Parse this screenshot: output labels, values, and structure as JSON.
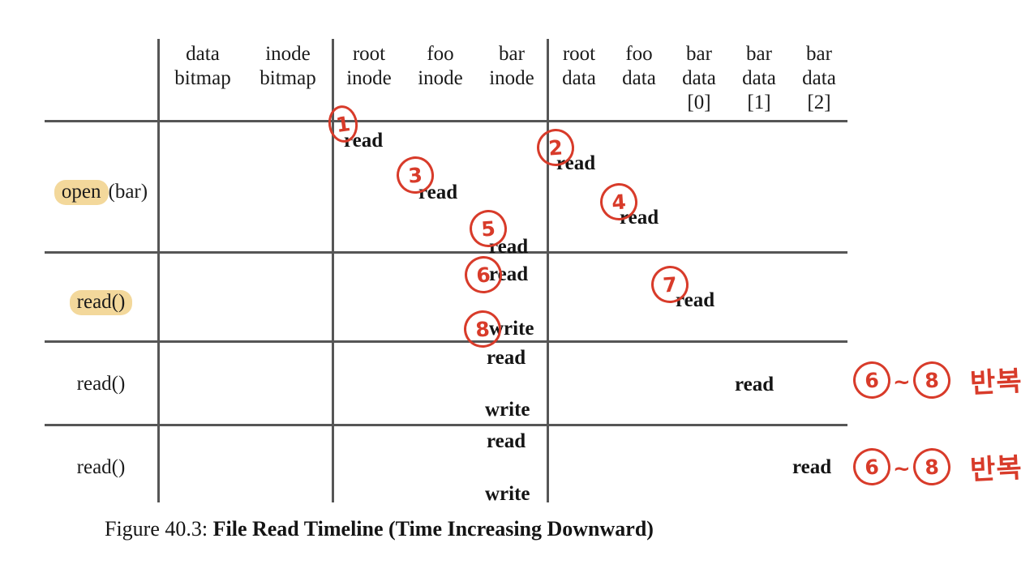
{
  "figure": {
    "caption_number": "Figure 40.3:",
    "caption_title": "File Read Timeline (Time Increasing Downward)"
  },
  "table": {
    "columns": [
      {
        "id": "label",
        "header": ""
      },
      {
        "id": "data_bitmap",
        "header": "data\nbitmap"
      },
      {
        "id": "inode_bitmap",
        "header": "inode\nbitmap"
      },
      {
        "id": "root_inode",
        "header": "root\ninode"
      },
      {
        "id": "foo_inode",
        "header": "foo\ninode"
      },
      {
        "id": "bar_inode",
        "header": "bar\ninode"
      },
      {
        "id": "root_data",
        "header": "root\ndata"
      },
      {
        "id": "foo_data",
        "header": "foo\ndata"
      },
      {
        "id": "bar_data_0",
        "header": "bar\ndata\n[0]"
      },
      {
        "id": "bar_data_1",
        "header": "bar\ndata\n[1]"
      },
      {
        "id": "bar_data_2",
        "header": "bar\ndata\n[2]"
      }
    ],
    "rows": [
      {
        "id": "open-bar",
        "label_highlighted": "open",
        "label_plain": "(bar)",
        "highlight": true,
        "entries": [
          {
            "column": "root_inode",
            "text": "read"
          },
          {
            "column": "root_data",
            "text": "read"
          },
          {
            "column": "foo_inode",
            "text": "read"
          },
          {
            "column": "foo_data",
            "text": "read"
          },
          {
            "column": "bar_inode",
            "text": "read"
          }
        ]
      },
      {
        "id": "read-1",
        "label_highlighted": "read()",
        "label_plain": "",
        "highlight": true,
        "entries": [
          {
            "column": "bar_inode",
            "text": "read"
          },
          {
            "column": "bar_data_0",
            "text": "read"
          },
          {
            "column": "bar_inode",
            "text": "write"
          }
        ]
      },
      {
        "id": "read-2",
        "label_highlighted": "",
        "label_plain": "read()",
        "highlight": false,
        "entries": [
          {
            "column": "bar_inode",
            "text": "read"
          },
          {
            "column": "bar_data_1",
            "text": "read"
          },
          {
            "column": "bar_inode",
            "text": "write"
          }
        ]
      },
      {
        "id": "read-3",
        "label_highlighted": "",
        "label_plain": "read()",
        "highlight": false,
        "entries": [
          {
            "column": "bar_inode",
            "text": "read"
          },
          {
            "column": "bar_data_2",
            "text": "read"
          },
          {
            "column": "bar_inode",
            "text": "write"
          }
        ]
      }
    ]
  },
  "annotations": {
    "ink_color": "#d83b2a",
    "highlight_color": "#f3d89b",
    "steps": [
      {
        "id": "step-1",
        "number": "1"
      },
      {
        "id": "step-2",
        "number": "2"
      },
      {
        "id": "step-3",
        "number": "3"
      },
      {
        "id": "step-4",
        "number": "4"
      },
      {
        "id": "step-5",
        "number": "5"
      },
      {
        "id": "step-6",
        "number": "6"
      },
      {
        "id": "step-7",
        "number": "7"
      },
      {
        "id": "step-8",
        "number": "8"
      }
    ],
    "repeat_notes": [
      {
        "id": "repeat-note-1",
        "from": "6",
        "tilde": "~",
        "to": "8",
        "text": "반복"
      },
      {
        "id": "repeat-note-2",
        "from": "6",
        "tilde": "~",
        "to": "8",
        "text": "반복"
      }
    ]
  }
}
